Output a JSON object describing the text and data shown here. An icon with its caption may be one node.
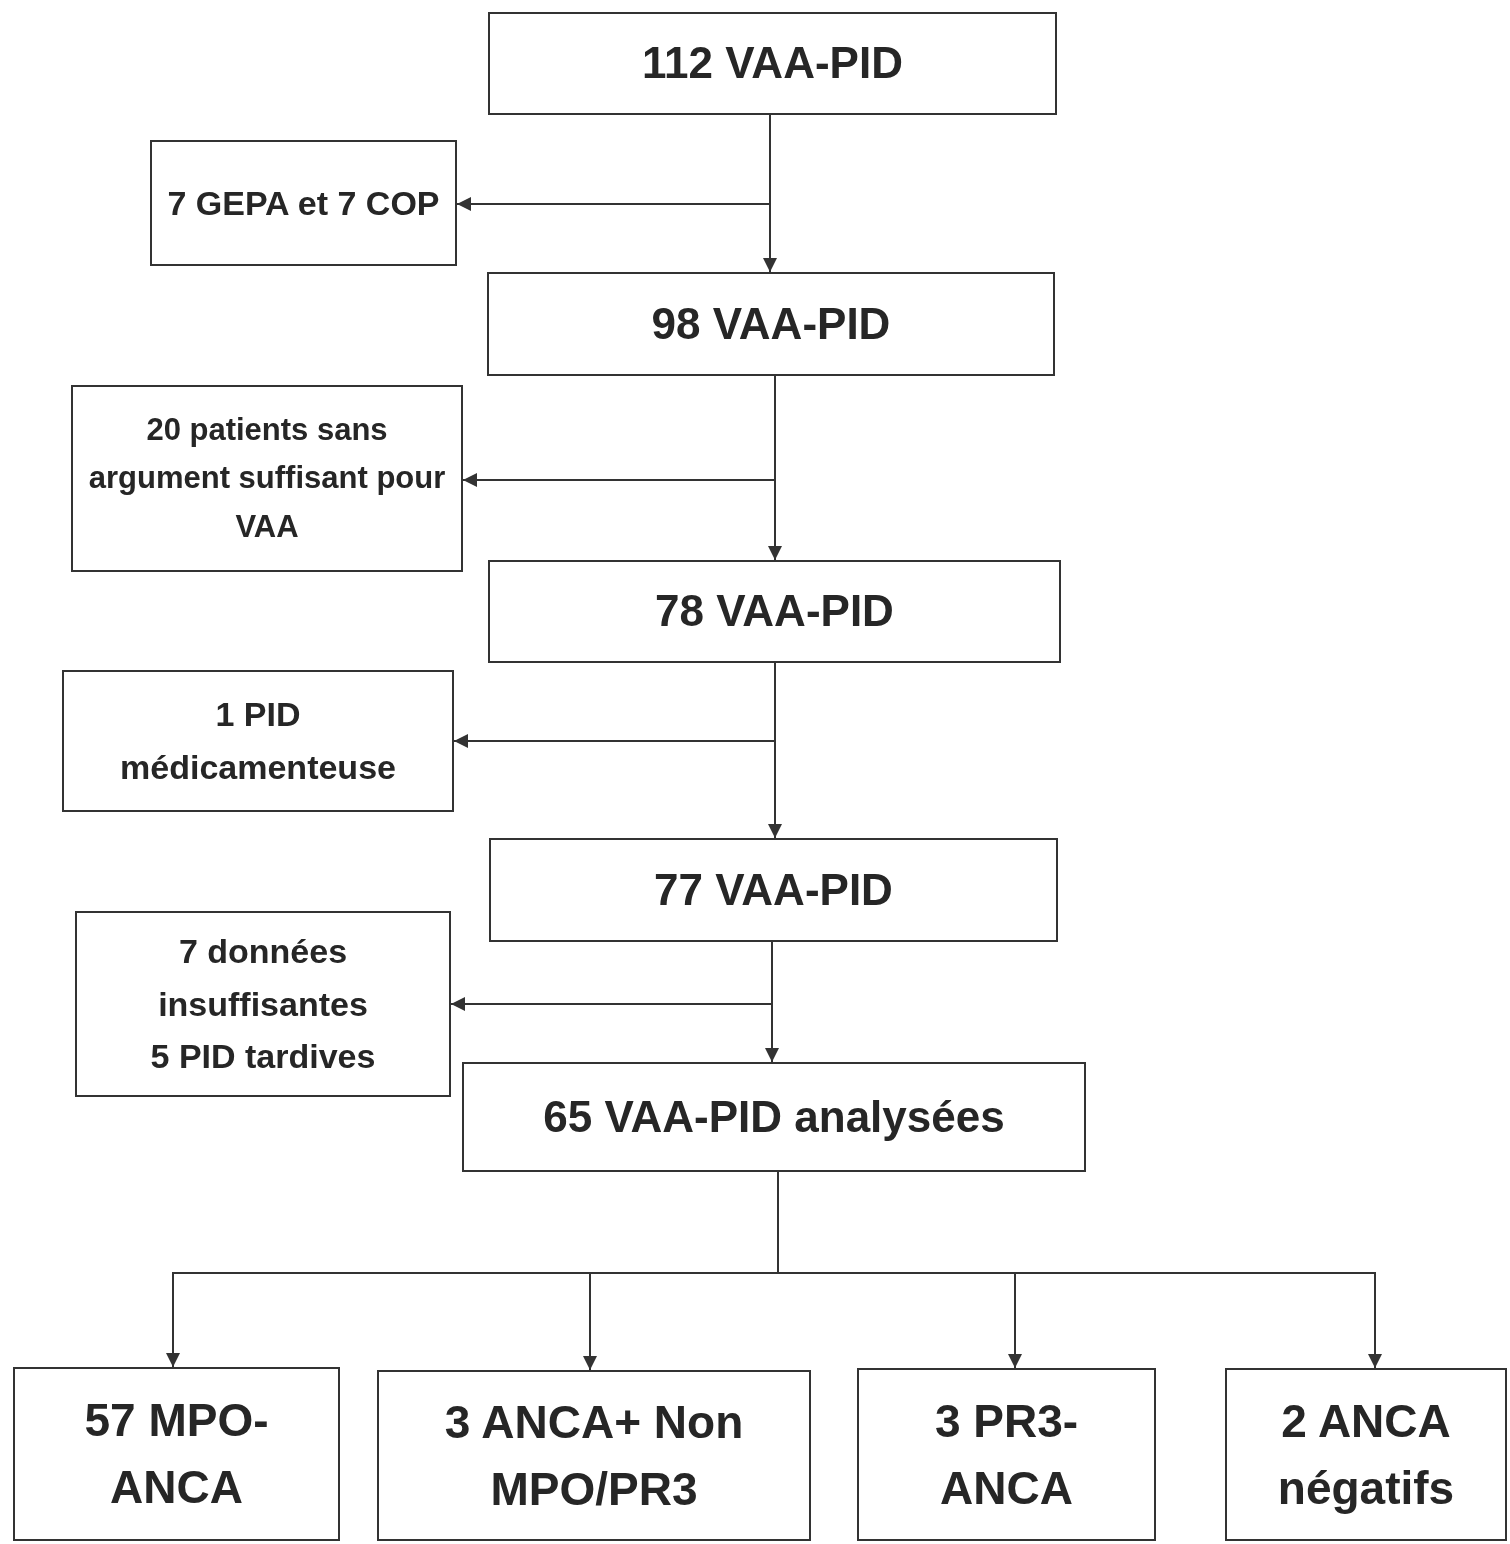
{
  "diagram": {
    "nodes": [
      {
        "text": [
          "112 VAA-PID"
        ]
      },
      {
        "text": [
          "7 GEPA et 7 COP"
        ]
      },
      {
        "text": [
          "98 VAA-PID"
        ]
      },
      {
        "text": [
          "20 patients sans argument suffisant pour VAA"
        ]
      },
      {
        "text": [
          "78 VAA-PID"
        ]
      },
      {
        "text": [
          "1 PID médicamenteuse"
        ]
      },
      {
        "text": [
          "77 VAA-PID"
        ]
      },
      {
        "text": [
          "7 données insuffisantes",
          "5 PID tardives"
        ]
      },
      {
        "text": [
          "65 VAA-PID analysées"
        ]
      },
      {
        "text": [
          "57 MPO-ANCA"
        ]
      },
      {
        "text": [
          "3 ANCA+ Non MPO/PR3"
        ]
      },
      {
        "text": [
          "3 PR3-ANCA"
        ]
      },
      {
        "text": [
          "2 ANCA négatifs"
        ]
      }
    ],
    "edges": [
      {
        "from": 0,
        "to": 1,
        "arrow": "to"
      },
      {
        "from": 0,
        "to": 2,
        "arrow": "to"
      },
      {
        "from": 2,
        "to": 3,
        "arrow": "to"
      },
      {
        "from": 2,
        "to": 4,
        "arrow": "to"
      },
      {
        "from": 4,
        "to": 5,
        "arrow": "to"
      },
      {
        "from": 4,
        "to": 6,
        "arrow": "to"
      },
      {
        "from": 6,
        "to": 7,
        "arrow": "to"
      },
      {
        "from": 6,
        "to": 8,
        "arrow": "to"
      },
      {
        "from": 8,
        "to": 9,
        "arrow": "to"
      },
      {
        "from": 8,
        "to": 10,
        "arrow": "to"
      },
      {
        "from": 8,
        "to": 11,
        "arrow": "to"
      },
      {
        "from": 8,
        "to": 12,
        "arrow": "to"
      }
    ]
  }
}
